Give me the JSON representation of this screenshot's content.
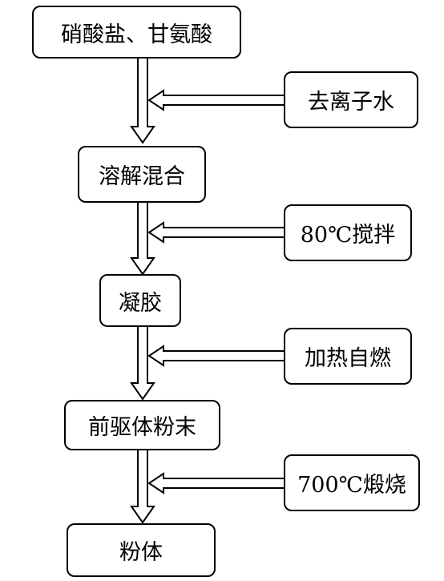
{
  "process_steps": [
    {
      "label": "硝酸盐、甘氨酸"
    },
    {
      "label": "溶解混合"
    },
    {
      "label": "凝胶"
    },
    {
      "label": "前驱体粉末"
    },
    {
      "label": "粉体"
    }
  ],
  "inputs": [
    {
      "label": "去离子水"
    },
    {
      "label": "80℃搅拌"
    },
    {
      "label": "加热自燃"
    },
    {
      "label": "700℃煅烧"
    }
  ],
  "colors": {
    "line": "#000000",
    "background": "#ffffff"
  }
}
